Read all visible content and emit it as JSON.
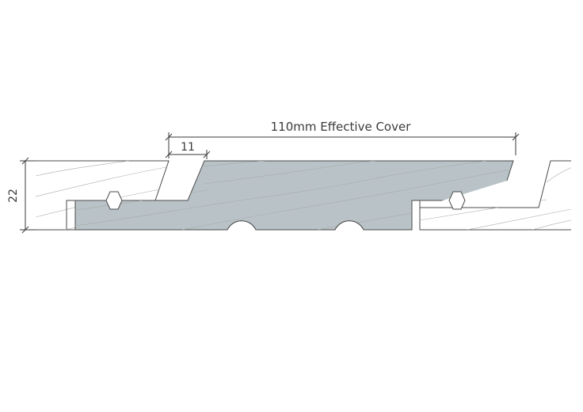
{
  "dimensions": {
    "cover_label": "110mm Effective Cover",
    "gap_label": "11",
    "thickness_label": "22"
  },
  "colors": {
    "main_board_fill": "#b9c3c7",
    "adjacent_board_fill": "#ffffff",
    "outline": "#4a4a4a",
    "grain": "#a9a9a9",
    "dimension_text": "#3a3a3a"
  }
}
